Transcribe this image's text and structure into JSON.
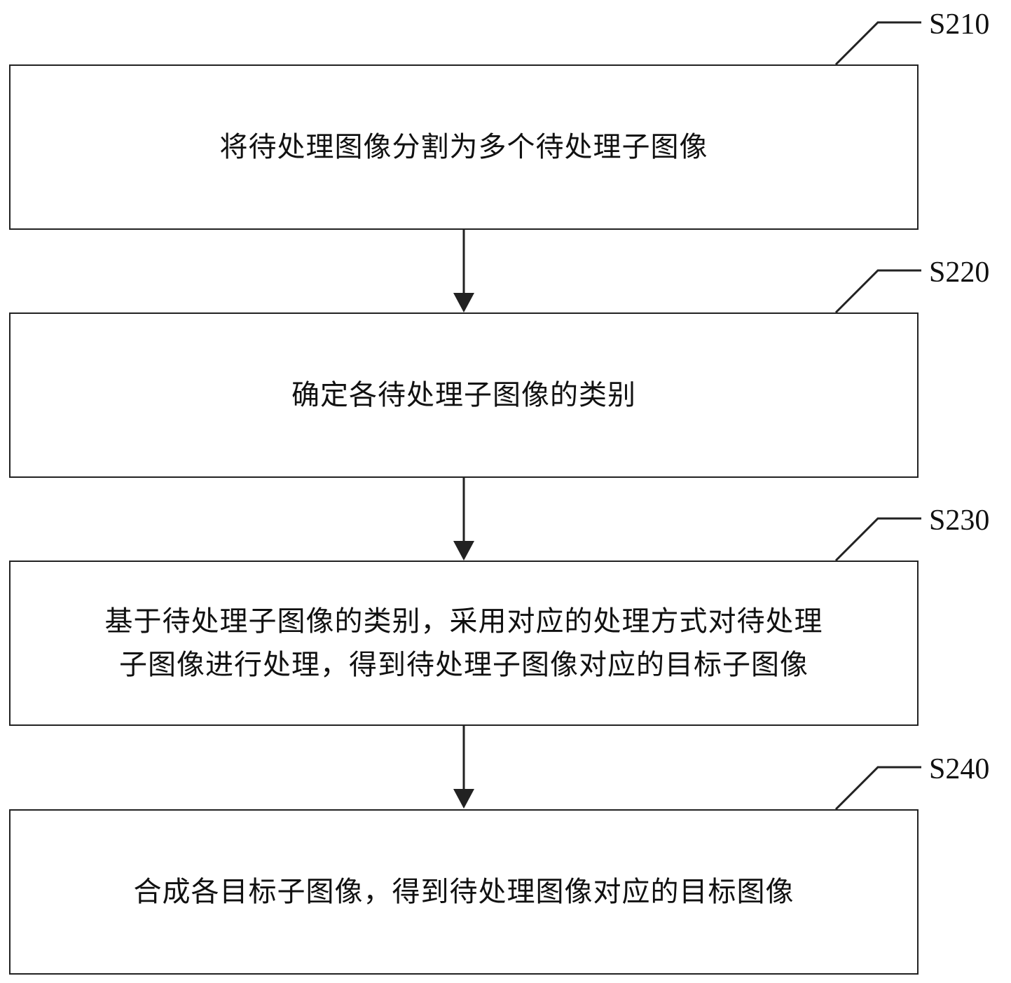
{
  "steps": [
    {
      "id": "S210",
      "text": "将待处理图像分割为多个待处理子图像"
    },
    {
      "id": "S220",
      "text": "确定各待处理子图像的类别"
    },
    {
      "id": "S230",
      "text": "基于待处理子图像的类别，采用对应的处理方式对待处理\n子图像进行处理，得到待处理子图像对应的目标子图像"
    },
    {
      "id": "S240",
      "text": "合成各目标子图像，得到待处理图像对应的目标图像"
    }
  ],
  "colors": {
    "stroke": "#222222",
    "background": "#ffffff"
  }
}
